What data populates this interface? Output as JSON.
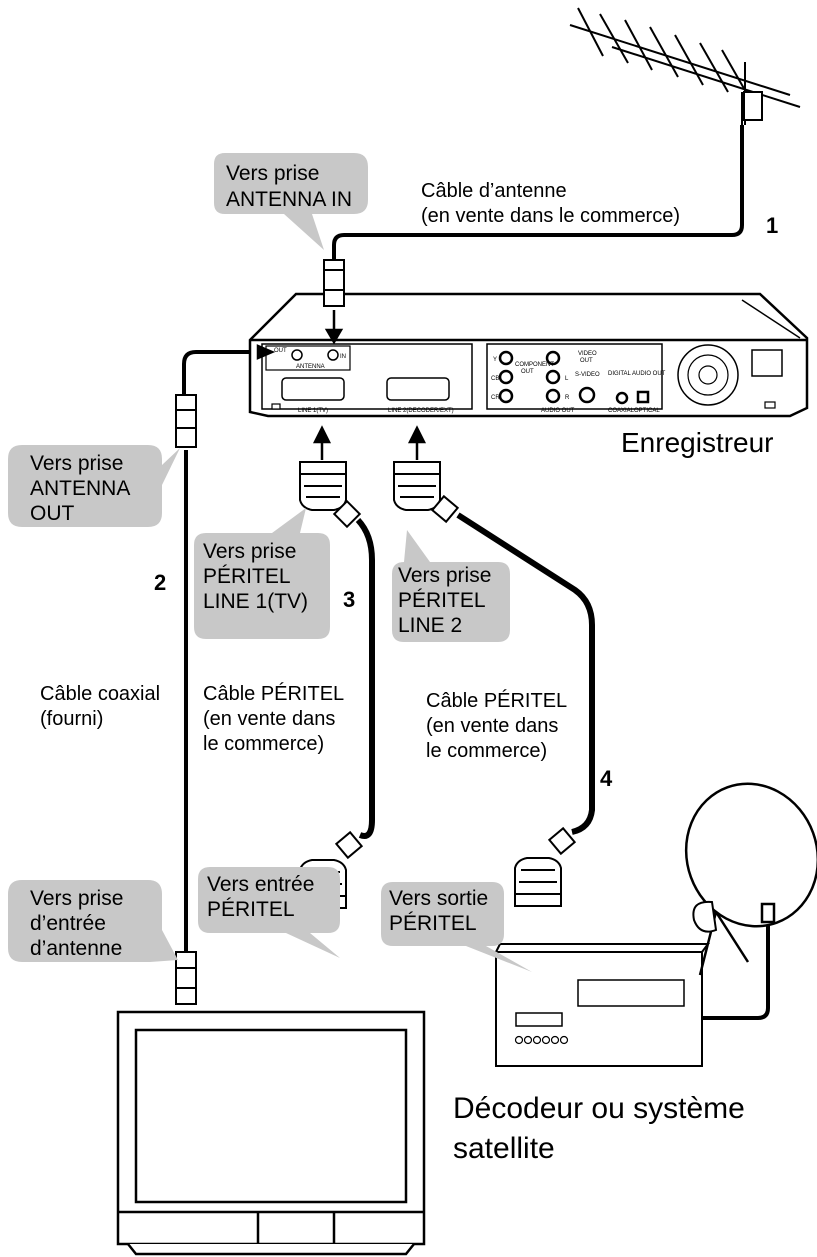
{
  "callouts": {
    "antenna_in": [
      "Vers prise",
      "ANTENNA IN"
    ],
    "antenna_out": [
      "Vers prise",
      "ANTENNA",
      "OUT"
    ],
    "line1": [
      "Vers prise",
      "PÉRITEL",
      "LINE 1(TV)"
    ],
    "line2": [
      "Vers prise",
      "PÉRITEL",
      "LINE 2"
    ],
    "antenna_input": [
      "Vers prise",
      "d’entrée",
      "d’antenne"
    ],
    "peritel_in": [
      "Vers entrée",
      "PÉRITEL"
    ],
    "peritel_out": [
      "Vers sortie",
      "PÉRITEL"
    ]
  },
  "cables": {
    "antenna": [
      "Câble d’antenne",
      "(en vente dans le commerce)"
    ],
    "coaxial": [
      "Câble coaxial",
      "(fourni)"
    ],
    "peritel_tv": [
      "Câble PÉRITEL",
      "(en vente dans",
      "le commerce)"
    ],
    "peritel_decoder": [
      "Câble PÉRITEL",
      "(en vente dans",
      "le commerce)"
    ]
  },
  "step_numbers": [
    "1",
    "2",
    "3",
    "4"
  ],
  "devices": {
    "recorder": "Enregistreur",
    "decoder": [
      "Décodeur ou système",
      "satellite"
    ]
  },
  "recorder_panel": {
    "antenna": "ANTENNA",
    "out": "OUT",
    "in": "IN",
    "line1": "LINE 1(TV)",
    "line2": "LINE 2(DECODER/EXT)",
    "component_out": [
      "COMPONENT",
      "OUT"
    ],
    "video_out": [
      "VIDEO",
      "OUT"
    ],
    "s_video": "S-VIDEO",
    "audio_out": "AUDIO OUT",
    "digital_audio_out": "DIGITAL AUDIO OUT",
    "coaxial": "COAXIAL",
    "optical": "OPTICAL",
    "y": "Y",
    "cb": "CB",
    "cr": "CR",
    "l": "L",
    "r": "R"
  },
  "colors": {
    "callout_fill": "#c8c8c8",
    "line": "#000000"
  }
}
